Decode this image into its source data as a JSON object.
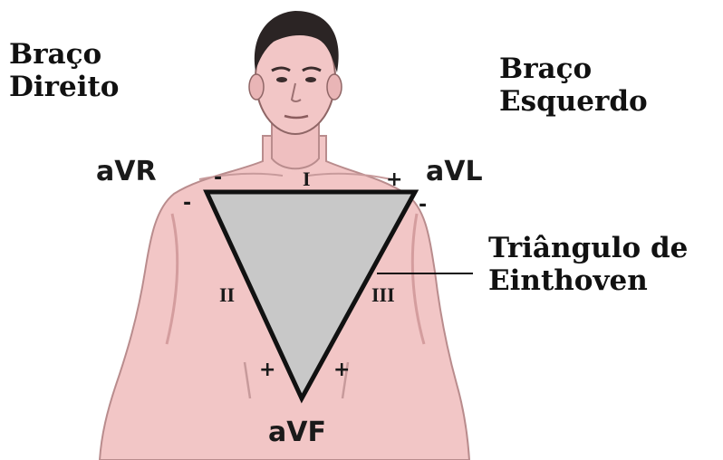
{
  "labels": {
    "right_arm": [
      "Braço",
      "Direito"
    ],
    "left_arm": [
      "Braço",
      "Esquerdo"
    ],
    "triangle": [
      "Triângulo de",
      "Einthoven"
    ]
  },
  "leads": {
    "avr": "aVR",
    "avl": "aVL",
    "avf": "aVF",
    "lead_1": "I",
    "lead_2": "II",
    "lead_3": "III"
  },
  "signs": {
    "minus": "-",
    "plus": "+"
  },
  "colors": {
    "skin": "#f2c6c6",
    "skin_shadow": "#dca7a8",
    "hair": "#2b2424",
    "triangle_fill": "#c8c8c8",
    "triangle_stroke": "#111111"
  }
}
